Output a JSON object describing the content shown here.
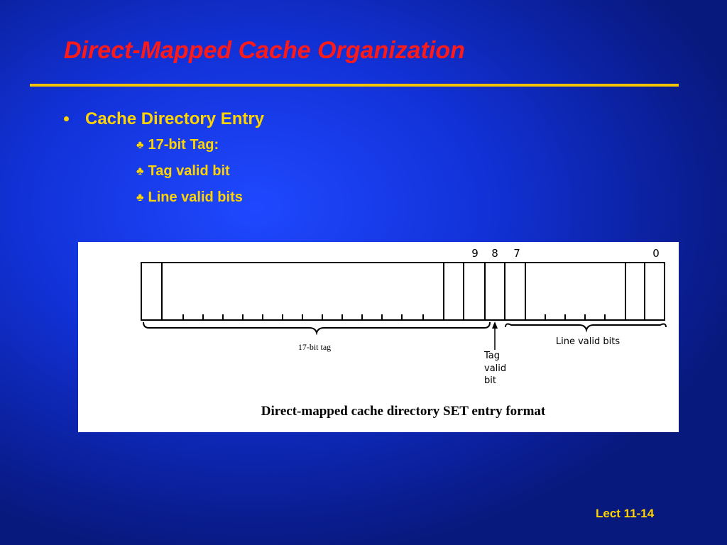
{
  "slide": {
    "title": "Direct-Mapped Cache Organization",
    "bullet": "Cache Directory Entry",
    "sub_items": [
      {
        "icon": "club-icon",
        "label": "17-bit Tag:"
      },
      {
        "icon": "club-icon",
        "label": "Tag valid bit"
      },
      {
        "icon": "club-icon",
        "label": "Line valid bits"
      }
    ],
    "footer": "Lect 11-14"
  },
  "figure": {
    "bit_labels": [
      "9",
      "8",
      "7",
      "0"
    ],
    "tag_label": "17-bit tag",
    "line_valid_label": "Line valid bits",
    "tag_valid_label": [
      "Tag",
      "valid",
      "bit"
    ],
    "caption": "Direct-mapped cache directory SET entry format"
  },
  "colors": {
    "title": "#ff1a1a",
    "text": "#ffd400",
    "rule": "#f5c400",
    "background": "#1232d8"
  }
}
